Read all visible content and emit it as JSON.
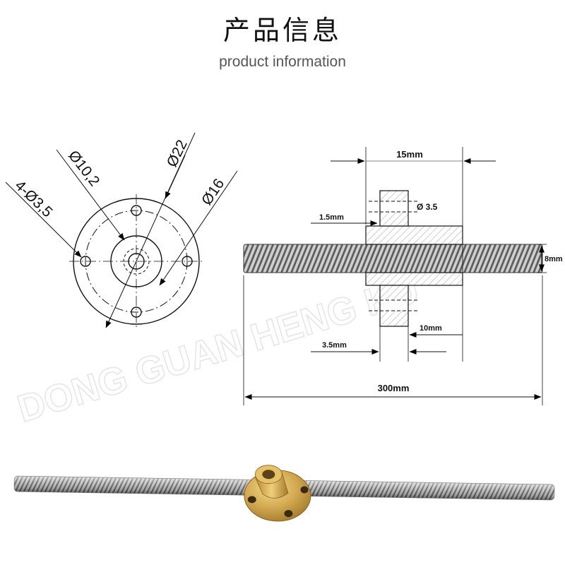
{
  "header": {
    "title": "产品信息",
    "subtitle": "product information"
  },
  "front_view": {
    "labels": {
      "hub_diameter": "Ø10,2",
      "outer_diameter": "Ø22",
      "mount_holes": "4-Ø3,5",
      "bolt_circle": "Ø16"
    }
  },
  "side_view": {
    "labels": {
      "nut_length": "15mm",
      "hole_diameter": "Ø 3.5",
      "flange_offset": "1.5mm",
      "rod_diameter": "8mm",
      "hub_length": "10mm",
      "flange_thickness": "3.5mm",
      "rod_length": "300mm"
    }
  },
  "watermark": {
    "text": "DONG GUAN HENG KU"
  },
  "photo": {
    "icon": "lead-screw-with-brass-nut-photo"
  },
  "colors": {
    "line": "#000000",
    "title": "#111111",
    "subtitle": "#555555",
    "brass": "#c9a24a",
    "steel": "#9a9a9a",
    "watermark": "#e6e6e6"
  }
}
